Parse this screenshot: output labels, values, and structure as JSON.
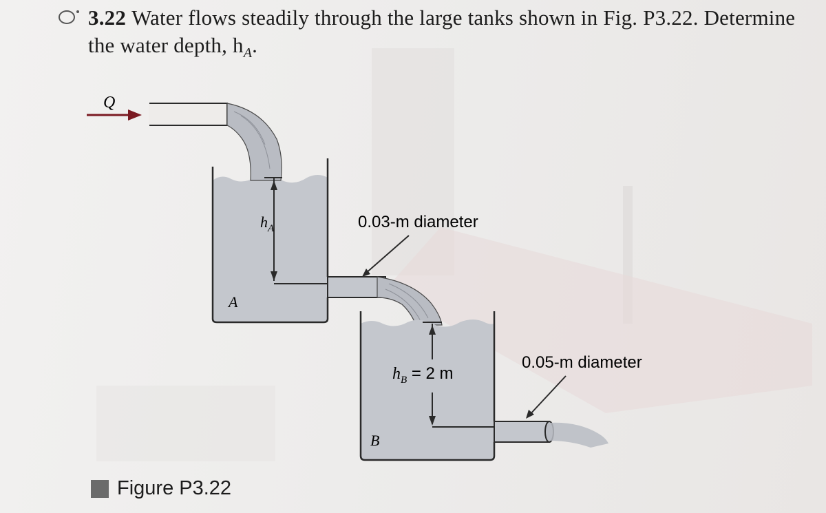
{
  "problem": {
    "number": "3.22",
    "text": "Water flows steadily through the large tanks shown in Fig. P3.22. Determine the water depth, h",
    "text_subscript": "A",
    "text_end": "."
  },
  "figure": {
    "flow_label": "Q",
    "depth_a_label": "h",
    "depth_a_sub": "A",
    "tank_a_label": "A",
    "pipe_1_label": "0.03-m diameter",
    "depth_b_label": "h",
    "depth_b_sub": "B",
    "depth_b_value": " = 2 m",
    "pipe_2_label": "0.05-m diameter",
    "tank_b_label": "B",
    "caption": "Figure P3.22"
  },
  "colors": {
    "water": "#c4c7cd",
    "tank_outline": "#2a2a2a",
    "flow_arrow": "#7a1a22",
    "caption_square": "#6b6b6b"
  }
}
